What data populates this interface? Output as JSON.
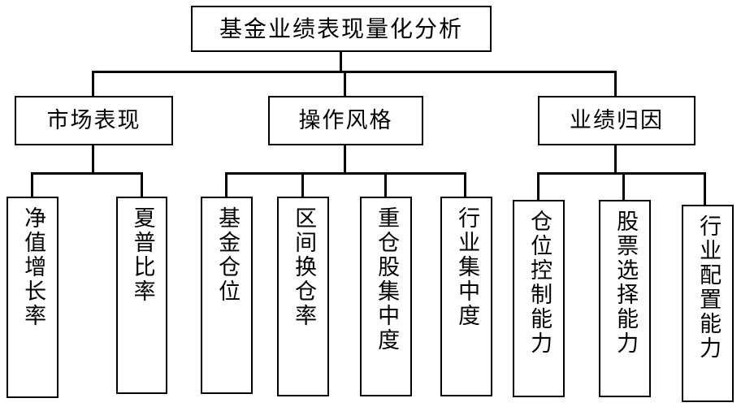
{
  "diagram": {
    "type": "hierarchy-tree",
    "orientation": "top-down",
    "levels": 3,
    "line_color": "#000000",
    "box_fill": "#ffffff",
    "box_border_color": "#000000",
    "root": {
      "id": "root",
      "label": "基金业绩表现量化分析",
      "text_direction": "horizontal"
    },
    "branches": [
      {
        "id": "branch-market-performance",
        "label": "市场表现",
        "text_direction": "horizontal",
        "children": [
          {
            "id": "leaf-net-value-growth-rate",
            "label": "净值增长率",
            "text_direction": "vertical"
          },
          {
            "id": "leaf-sharpe-ratio",
            "label": "夏普比率",
            "text_direction": "vertical"
          }
        ]
      },
      {
        "id": "branch-operating-style",
        "label": "操作风格",
        "text_direction": "horizontal",
        "children": [
          {
            "id": "leaf-fund-position",
            "label": "基金仓位",
            "text_direction": "vertical"
          },
          {
            "id": "leaf-interval-turnover-rate",
            "label": "区间换仓率",
            "text_direction": "vertical"
          },
          {
            "id": "leaf-heavy-stock-concentration",
            "label": "重仓股集中度",
            "text_direction": "vertical"
          },
          {
            "id": "leaf-industry-concentration",
            "label": "行业集中度",
            "text_direction": "vertical"
          }
        ]
      },
      {
        "id": "branch-performance-attribution",
        "label": "业绩归因",
        "text_direction": "horizontal",
        "children": [
          {
            "id": "leaf-position-control-ability",
            "label": "仓位控制能力",
            "text_direction": "vertical"
          },
          {
            "id": "leaf-stock-selection-ability",
            "label": "股票选择能力",
            "text_direction": "vertical"
          },
          {
            "id": "leaf-industry-allocation-ability",
            "label": "行业配置能力",
            "text_direction": "vertical"
          }
        ]
      }
    ]
  }
}
